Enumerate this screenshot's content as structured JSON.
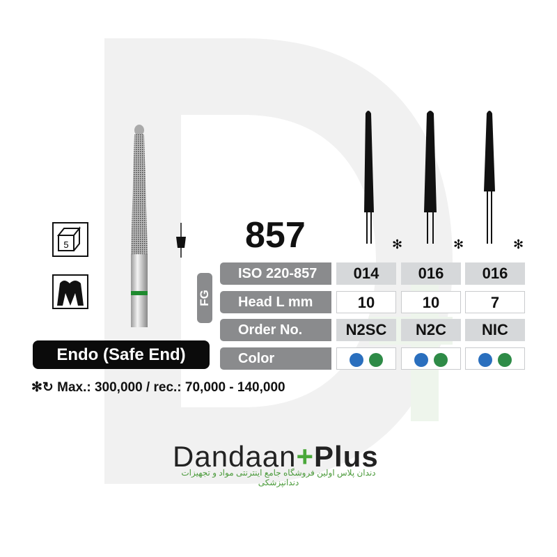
{
  "model": "857",
  "shank": "FG",
  "table": {
    "rows": [
      {
        "label": "ISO 220-857",
        "values": [
          "014",
          "016",
          "016"
        ]
      },
      {
        "label": "Head L mm",
        "values": [
          "10",
          "10",
          "7"
        ]
      },
      {
        "label": "Order No.",
        "values": [
          "N2SC",
          "N2C",
          "NIC"
        ]
      },
      {
        "label": "Color",
        "values": []
      }
    ],
    "color_dots": [
      "#2a6fbe",
      "#2e8b47"
    ]
  },
  "pack_qty": "5",
  "name": "Endo (Safe End)",
  "speed": "Max.: 300,000 / rec.: 70,000 - 140,000",
  "brand": {
    "name": "Dandaan",
    "plus": "Plus",
    "tagline": "دندان پلاس اولین فروشگاه جامع اینترنتی مواد و تجهیزات دندانپزشکی",
    "accent": "#4aa83a"
  }
}
